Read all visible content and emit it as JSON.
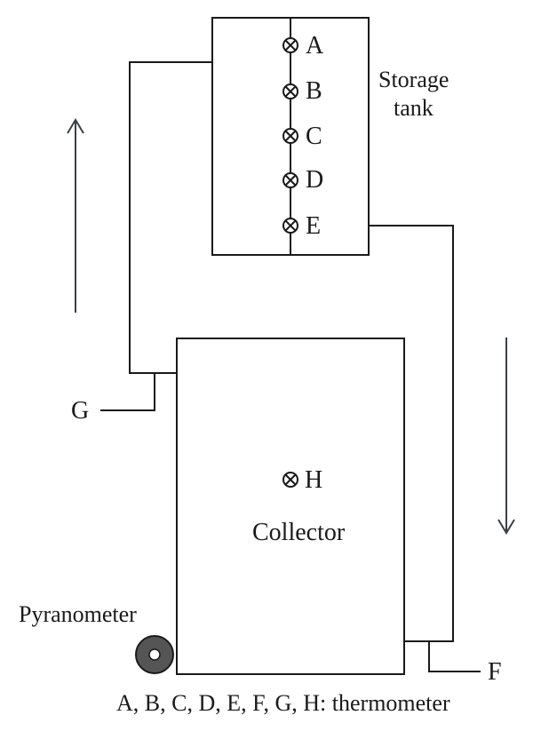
{
  "tank": {
    "label_line1": "Storage",
    "label_line2": "tank",
    "sensors": [
      {
        "id": "A",
        "label": "A"
      },
      {
        "id": "B",
        "label": "B"
      },
      {
        "id": "C",
        "label": "C"
      },
      {
        "id": "D",
        "label": "D"
      },
      {
        "id": "E",
        "label": "E"
      }
    ]
  },
  "collector": {
    "label": "Collector",
    "sensor_label": "H"
  },
  "pipe_sensors": {
    "g_label": "G",
    "f_label": "F"
  },
  "pyranometer": {
    "label": "Pyranometer"
  },
  "caption": "A, B, C, D, E, F, G, H: thermometer",
  "colors": {
    "line": "#1a1a1a",
    "arrow": "#3a4048",
    "pyranometer_fill": "#555555"
  }
}
